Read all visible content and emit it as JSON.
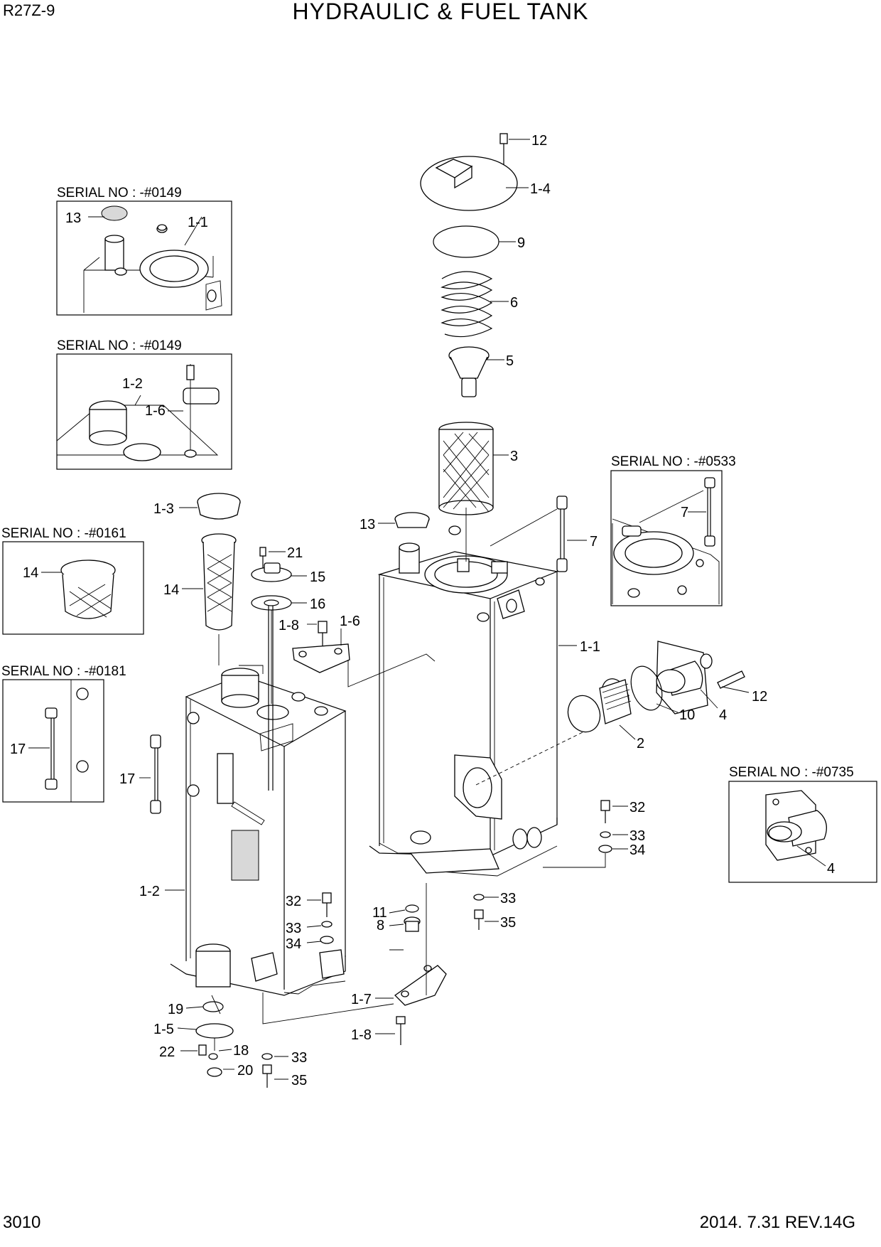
{
  "header": {
    "model": "R27Z-9",
    "title": "HYDRAULIC & FUEL TANK"
  },
  "footer": {
    "page": "3010",
    "date_rev": "2014. 7.31  REV.14G"
  },
  "insets": [
    {
      "id": "a",
      "serial": "SERIAL NO : -#0149"
    },
    {
      "id": "b",
      "serial": "SERIAL NO : -#0149"
    },
    {
      "id": "c",
      "serial": "SERIAL NO : -#0161"
    },
    {
      "id": "d",
      "serial": "SERIAL NO : -#0181"
    },
    {
      "id": "e",
      "serial": "SERIAL NO : -#0533"
    },
    {
      "id": "f",
      "serial": "SERIAL NO : -#0735"
    }
  ],
  "callouts": [
    "12",
    "1-4",
    "9",
    "6",
    "5",
    "3",
    "13",
    "7",
    "1-1",
    "12",
    "10",
    "4",
    "2",
    "32",
    "33",
    "34",
    "33",
    "35",
    "11",
    "8",
    "1-7",
    "1-8",
    "1-3",
    "21",
    "15",
    "16",
    "1-8",
    "1-6",
    "14",
    "17",
    "1-2",
    "32",
    "33",
    "34",
    "19",
    "1-5",
    "22",
    "18",
    "20",
    "33",
    "35",
    "13",
    "1-1",
    "1-2",
    "1-6",
    "14",
    "17",
    "7",
    "4"
  ]
}
